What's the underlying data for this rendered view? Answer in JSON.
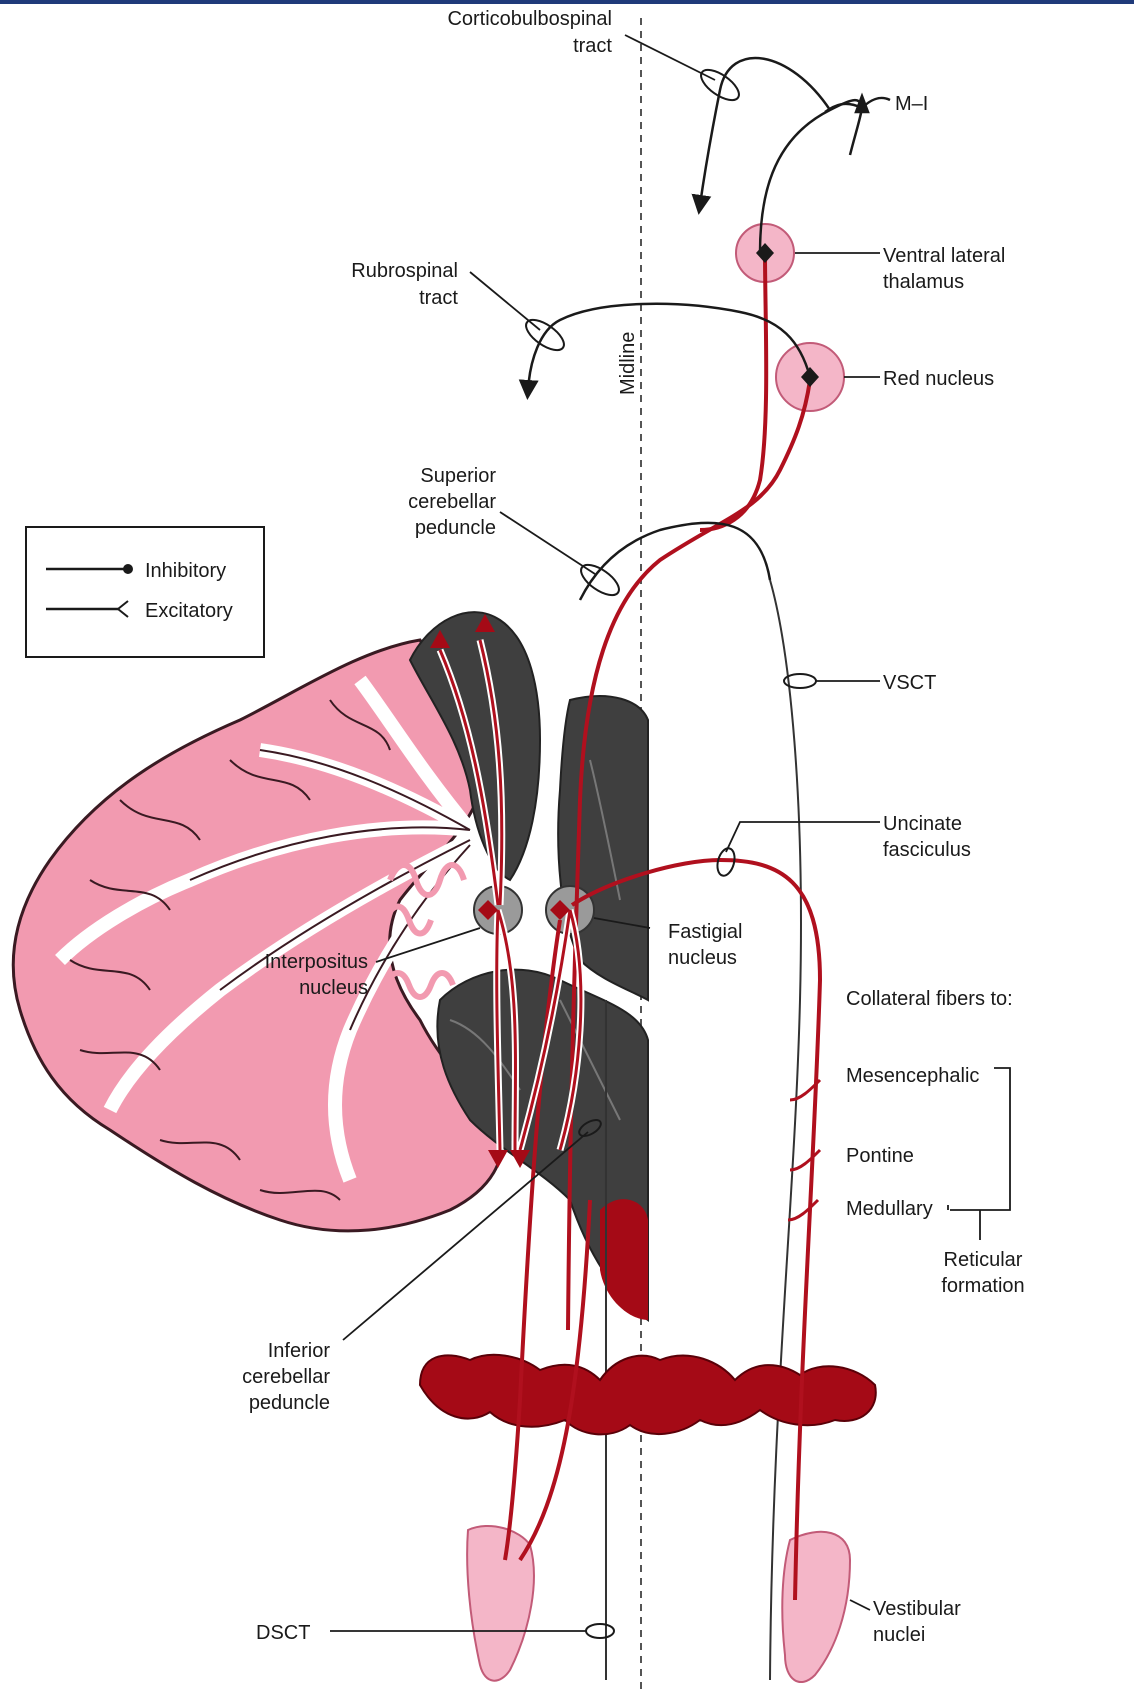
{
  "colors": {
    "red_fiber": "#b0101e",
    "pink_cortex": "#f29ab0",
    "pink_nucleus": "#f4b6c8",
    "dark_gray": "#3f3f3f",
    "deep_red": "#a50a16",
    "header_bar": "#1f3a7a"
  },
  "legend": {
    "inhibitory": "Inhibitory",
    "excitatory": "Excitatory"
  },
  "labels": {
    "corticobulbospinal_1": "Corticobulbospinal",
    "corticobulbospinal_2": "tract",
    "m1": "M–I",
    "ventral_lateral_1": "Ventral lateral",
    "ventral_lateral_2": "thalamus",
    "rubrospinal_1": "Rubrospinal",
    "rubrospinal_2": "tract",
    "midline": "Midline",
    "red_nucleus": "Red nucleus",
    "superior_1": "Superior",
    "superior_2": "cerebellar",
    "superior_3": "peduncle",
    "vsct": "VSCT",
    "uncinate_1": "Uncinate",
    "uncinate_2": "fasciculus",
    "fastigial_1": "Fastigial",
    "fastigial_2": "nucleus",
    "interpositus_1": "Interpositus",
    "interpositus_2": "nucleus",
    "collateral": "Collateral fibers to:",
    "mesencephalic": "Mesencephalic",
    "pontine": "Pontine",
    "medullary": "Medullary",
    "reticular_1": "Reticular",
    "reticular_2": "formation",
    "inferior_1": "Inferior",
    "inferior_2": "cerebellar",
    "inferior_3": "peduncle",
    "dsct": "DSCT",
    "vestibular_1": "Vestibular",
    "vestibular_2": "nuclei"
  }
}
